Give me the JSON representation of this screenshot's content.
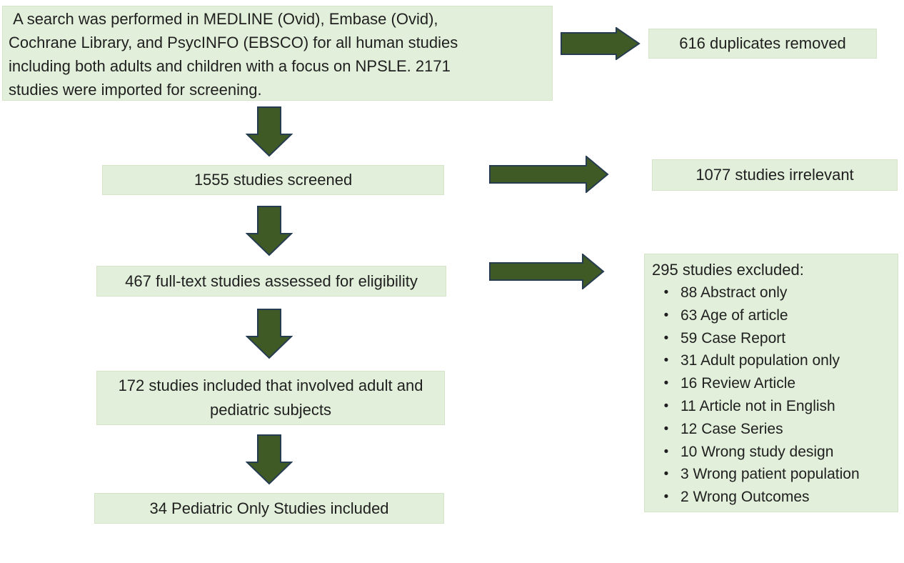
{
  "diagram_title": "Study screening flow diagram (NPSLE systematic search)",
  "palette": {
    "box_fill": "#e2efda",
    "box_border": "#d5e4c9",
    "arrow_fill": "#3f5a24",
    "arrow_outline": "#263c50",
    "text_color": "#1f1f1f",
    "background": "#ffffff"
  },
  "source_box": {
    "lines": [
      " A search was performed in MEDLINE (Ovid), Embase (Ovid),",
      "Cochrane Library, and PsycINFO (EBSCO) for all human studies",
      "including both adults and children with a focus on NPSLE. 2171",
      "studies were imported for screening."
    ],
    "full_text": " A search was performed in MEDLINE (Ovid), Embase (Ovid), Cochrane Library, and PsycINFO (EBSCO) for all human studies including both adults and children with a focus on NPSLE. 2171 studies were imported for screening."
  },
  "flow": {
    "screened": "1555 studies screened",
    "fulltext": "467 full-text studies assessed for eligibility",
    "included_mixed": "172 studies included that involved adult and pediatric subjects",
    "pediatric_only": "34 Pediatric Only Studies included"
  },
  "side": {
    "duplicates": "616 duplicates removed",
    "irrelevant": "1077 studies irrelevant",
    "excluded_header": "295 studies excluded:",
    "excluded_items": [
      "88 Abstract only",
      "63 Age of article",
      "59 Case Report",
      "31 Adult population only",
      "16 Review Article",
      "11 Article not in English",
      "12 Case Series",
      "10 Wrong study design",
      "3 Wrong patient population",
      "2 Wrong Outcomes"
    ]
  }
}
